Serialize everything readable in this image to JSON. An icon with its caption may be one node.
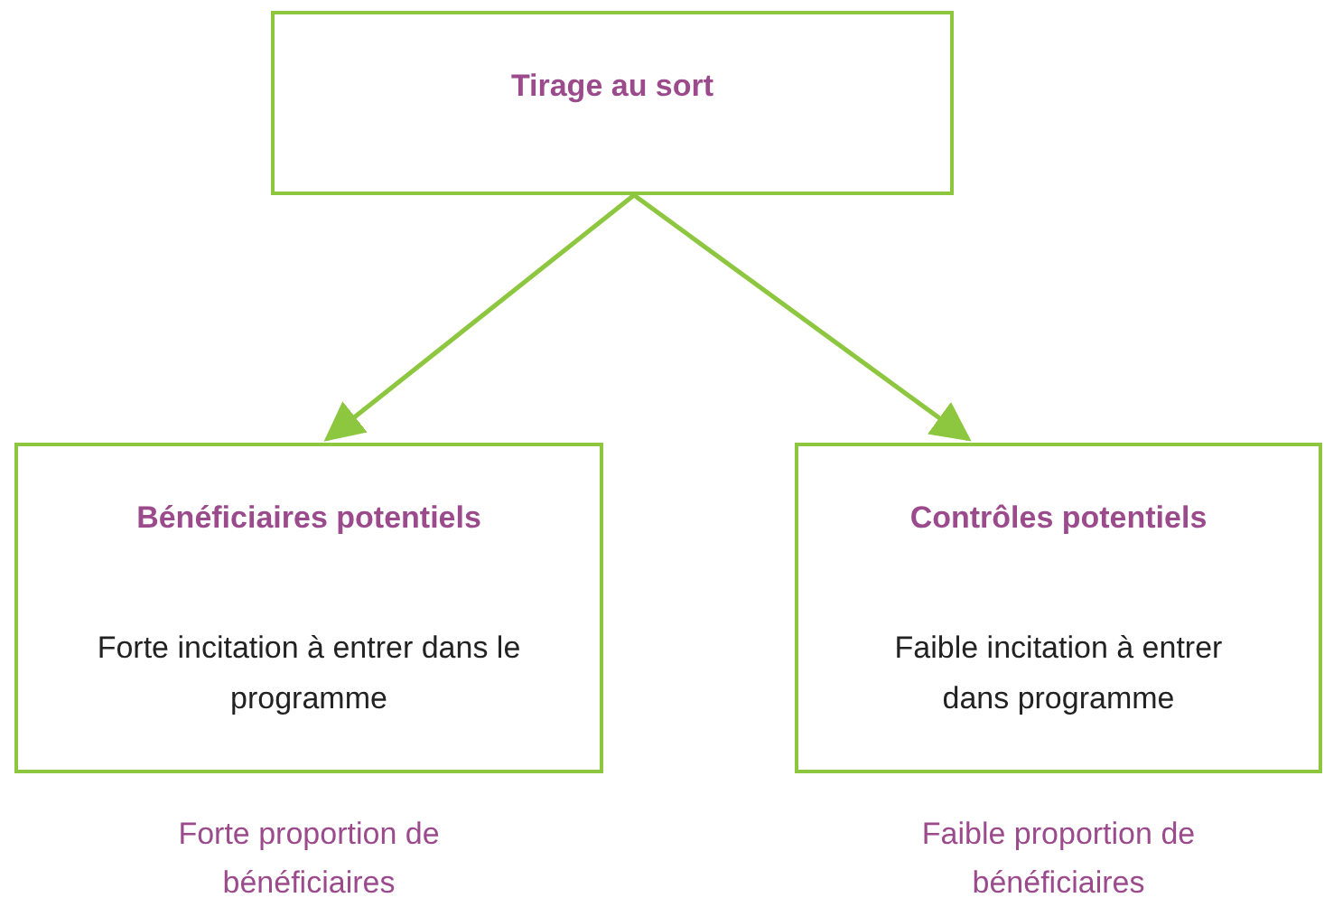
{
  "diagram": {
    "nodes": [
      {
        "text": [
          "Tirage au sort"
        ]
      },
      {
        "text": [
          "Bénéficiaires potentiels",
          "Forte incitation à entrer dans le programme"
        ],
        "beside": [
          "Forte proportion de bénéficiaires"
        ]
      },
      {
        "text": [
          "Contrôles potentiels",
          "Faible incitation à entrer dans programme"
        ],
        "beside": [
          "Faible proportion de bénéficiaires"
        ]
      }
    ],
    "edges": [
      {
        "from": 0,
        "to": 1,
        "arrow": "to"
      },
      {
        "from": 0,
        "to": 2,
        "arrow": "to"
      }
    ]
  }
}
